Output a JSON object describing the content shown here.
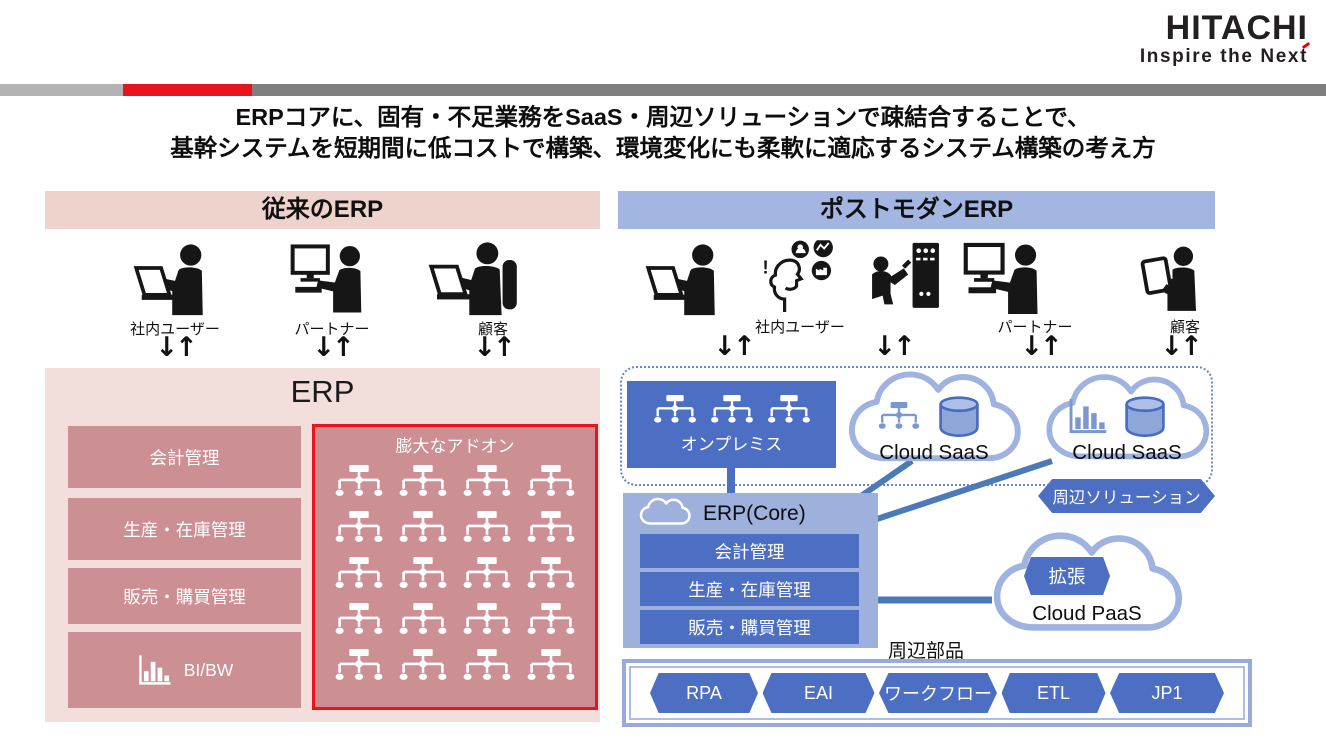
{
  "slide": {
    "logo": {
      "brand": "HITACHI",
      "tagline": "Inspire the Next"
    },
    "title_line1": "ERPコアに、固有・不足業務をSaaS・周辺ソリューションで疎結合することで、",
    "title_line2": "基幹システムを短期間に低コストで構築、環境変化にも柔軟に適応するシステム構築の考え方"
  },
  "legacy": {
    "header": "従来のERP",
    "arrow_glyph": "↓↑",
    "users": [
      {
        "label": "社内ユーザー",
        "icon": "person-laptop-icon"
      },
      {
        "label": "パートナー",
        "icon": "person-desktop-icon"
      },
      {
        "label": "顧客",
        "icon": "person-chair-laptop-icon"
      }
    ],
    "erp_title": "ERP",
    "modules": [
      {
        "label": "会計管理"
      },
      {
        "label": "生産・在庫管理"
      },
      {
        "label": "販売・購買管理"
      },
      {
        "label": "BI/BW",
        "icon": "bar-chart-icon"
      }
    ],
    "addon_label": "膨大なアドオン"
  },
  "postmodern": {
    "header": "ポストモダンERP",
    "arrow_glyph": "↓↑",
    "user_labels": [
      {
        "label": "社内ユーザー"
      },
      {
        "label": "パートナー"
      },
      {
        "label": "顧客"
      }
    ],
    "onpremise_label": "オンプレミス",
    "cloud_saas1_label": "Cloud SaaS",
    "cloud_saas2_label": "Cloud SaaS",
    "peripheral_solution_label": "周辺ソリューション",
    "erp_core_label": "ERP(Core)",
    "core_modules": [
      {
        "label": "会計管理"
      },
      {
        "label": "生産・在庫管理"
      },
      {
        "label": "販売・購買管理"
      }
    ],
    "expansion_label": "拡張",
    "cloud_paas_label": "Cloud PaaS",
    "peripheral_parts_label": "周辺部品",
    "parts": [
      {
        "label": "RPA"
      },
      {
        "label": "EAI"
      },
      {
        "label": "ワークフロー"
      },
      {
        "label": "ETL"
      },
      {
        "label": "JP1"
      }
    ]
  },
  "colors": {
    "hitachi_red": "#e60012",
    "top_bar_red": "#e8131d",
    "top_bar_gray_dark": "#7f7f7f",
    "top_bar_gray_light": "#b3b3b3",
    "legacy_header_bg": "#eed2cc",
    "legacy_panel_bg": "#f2dedb",
    "legacy_module_bg": "#cc9094",
    "addon_border_red": "#e8131d",
    "modern_header_bg": "#a3b6e2",
    "modern_box_blue": "#4d6fc3",
    "erp_core_bg": "#9db1dc",
    "cloud_outline_blue": "#9fb3e0",
    "connector_blue": "#4a7ab8",
    "parts_box_border": "#9aabdb"
  }
}
